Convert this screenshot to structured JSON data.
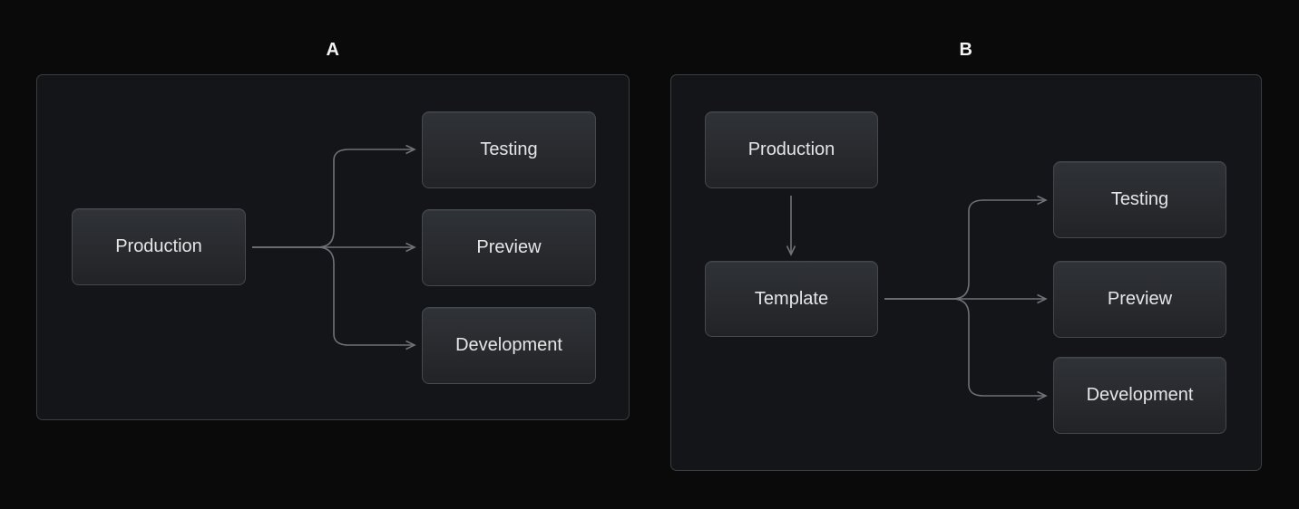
{
  "colors": {
    "background": "#0a0a0b",
    "panel_background": "#141518",
    "panel_border": "#3a3d41",
    "node_fill_top": "#2f3236",
    "node_fill_bottom": "#212326",
    "node_border": "#45484d",
    "node_text": "#e4e6e8",
    "edge_color": "#6f7277",
    "label_text": "#f4f4f4"
  },
  "diagram_a": {
    "label": "A",
    "nodes": {
      "production": {
        "label": "Production"
      },
      "testing": {
        "label": "Testing"
      },
      "preview": {
        "label": "Preview"
      },
      "development": {
        "label": "Development"
      }
    },
    "edges": [
      {
        "from": "Production",
        "to": "Testing"
      },
      {
        "from": "Production",
        "to": "Preview"
      },
      {
        "from": "Production",
        "to": "Development"
      }
    ]
  },
  "diagram_b": {
    "label": "B",
    "nodes": {
      "production": {
        "label": "Production"
      },
      "template": {
        "label": "Template"
      },
      "testing": {
        "label": "Testing"
      },
      "preview": {
        "label": "Preview"
      },
      "development": {
        "label": "Development"
      }
    },
    "edges": [
      {
        "from": "Production",
        "to": "Template"
      },
      {
        "from": "Template",
        "to": "Testing"
      },
      {
        "from": "Template",
        "to": "Preview"
      },
      {
        "from": "Template",
        "to": "Development"
      }
    ]
  }
}
